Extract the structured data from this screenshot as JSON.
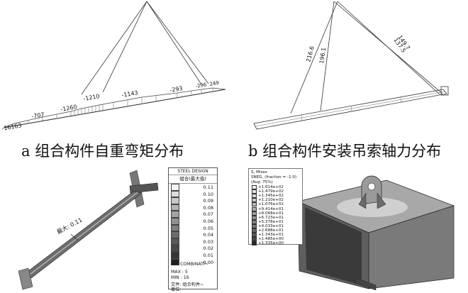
{
  "captions": {
    "a": "a 组合构件自重弯矩分布",
    "b": "b 组合构件安装吊索轴力分布"
  },
  "panel_a": {
    "moment_labels": [
      "-16163",
      "-707",
      "-1260",
      "-1210",
      "-1143",
      "-293",
      "-296",
      "249"
    ]
  },
  "panel_b": {
    "force_labels": [
      "216.6",
      "196.1",
      "149.7",
      "137.5"
    ]
  },
  "panel_c": {
    "legend_title": "组合(最大值)",
    "legend_values": [
      "0.11",
      "0.10",
      "0.09",
      "0.08",
      "0.07",
      "0.06",
      "0.05",
      "0.04",
      "0.03",
      "0.02",
      "0.01",
      "0.00"
    ],
    "legend_colors": [
      "#f2f2f2",
      "#dcdcdc",
      "#c8c8c8",
      "#b4b4b4",
      "#a2a2a2",
      "#909090",
      "#7e7e7e",
      "#6c6c6c",
      "#5a5a5a",
      "#484848",
      "#363636",
      "#222222"
    ],
    "combination": "ALL COMBINATI~",
    "max_label": "MAX : 5",
    "min_label": "MIN : 16",
    "file_label": "文件: 组合构件~",
    "unit_label": "单位:",
    "callout": "最大: 0.11"
  },
  "panel_d": {
    "header_lines": [
      "S, Mises",
      "SNEG, (fraction = -1.0)",
      "(Avg: 75%)"
    ],
    "legend_values": [
      "+1.614e+02",
      "+1.479e+02",
      "+1.345e+02",
      "+1.210e+02",
      "+1.076e+02",
      "+9.414e+01",
      "+8.068e+01",
      "+6.723e+01",
      "+5.378e+01",
      "+4.033e+01",
      "+2.688e+01",
      "+1.343e+01",
      "+1.485e+00",
      "+1.335e+00"
    ],
    "legend_colors": [
      "#f5f5f5",
      "#e6e6e6",
      "#d8d8d8",
      "#cacaca",
      "#bcbcbc",
      "#aeaeae",
      "#a0a0a0",
      "#929292",
      "#848484",
      "#767676",
      "#686868",
      "#5a5a5a",
      "#444444",
      "#2a2a2a"
    ]
  }
}
